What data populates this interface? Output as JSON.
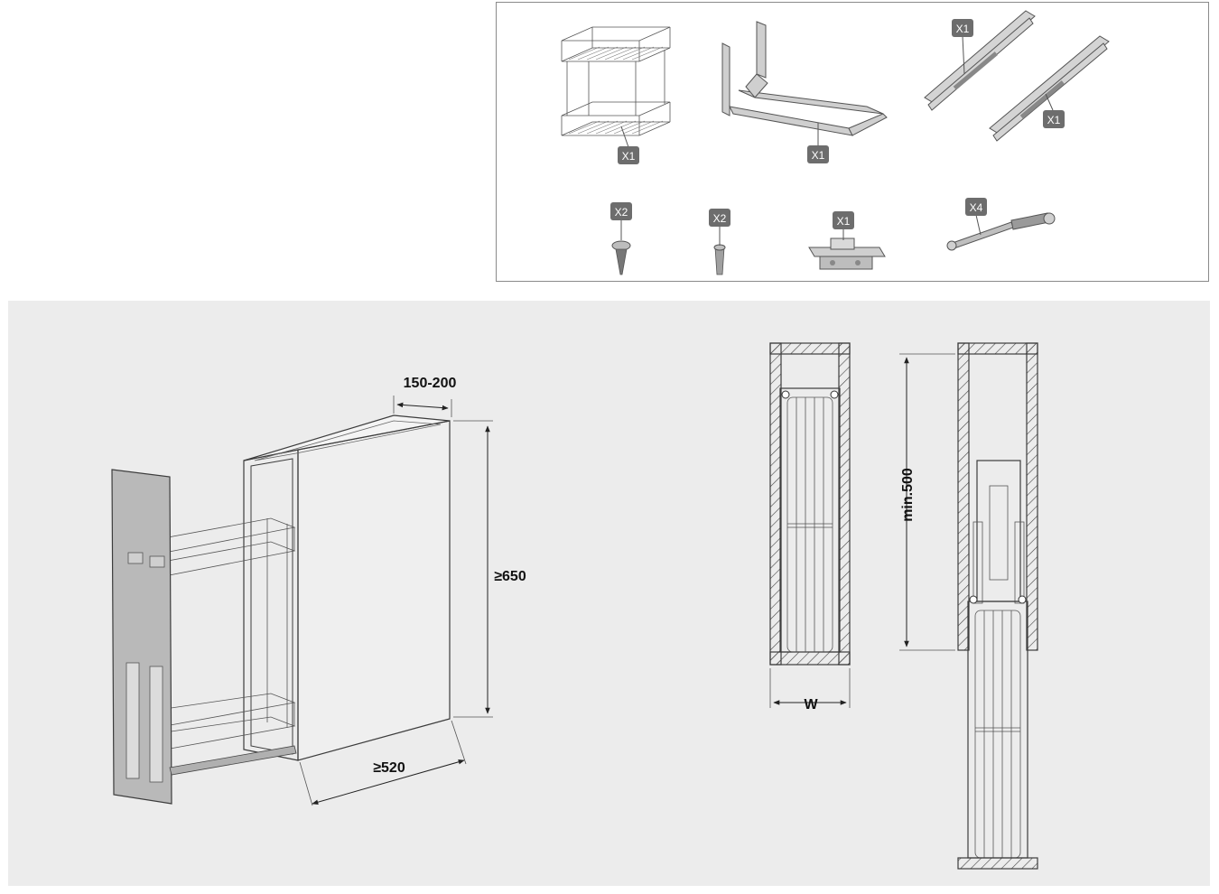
{
  "parts": {
    "basket_qty": "X1",
    "frame_qty": "X1",
    "runner_left_qty": "X1",
    "runner_right_qty": "X1",
    "screw_qty": "X2",
    "plug_qty": "X2",
    "bracket_qty": "X1",
    "damper_qty": "X4"
  },
  "dimensions": {
    "width_range": "150-200",
    "height": "≥650",
    "depth": "≥520",
    "min_clearance": "min.500",
    "width_symbol": "W"
  },
  "colors": {
    "badge": "#6d6d6d",
    "line": "#3c3c3c",
    "panel_background": "#ececec",
    "door": "#b9b9b9"
  }
}
